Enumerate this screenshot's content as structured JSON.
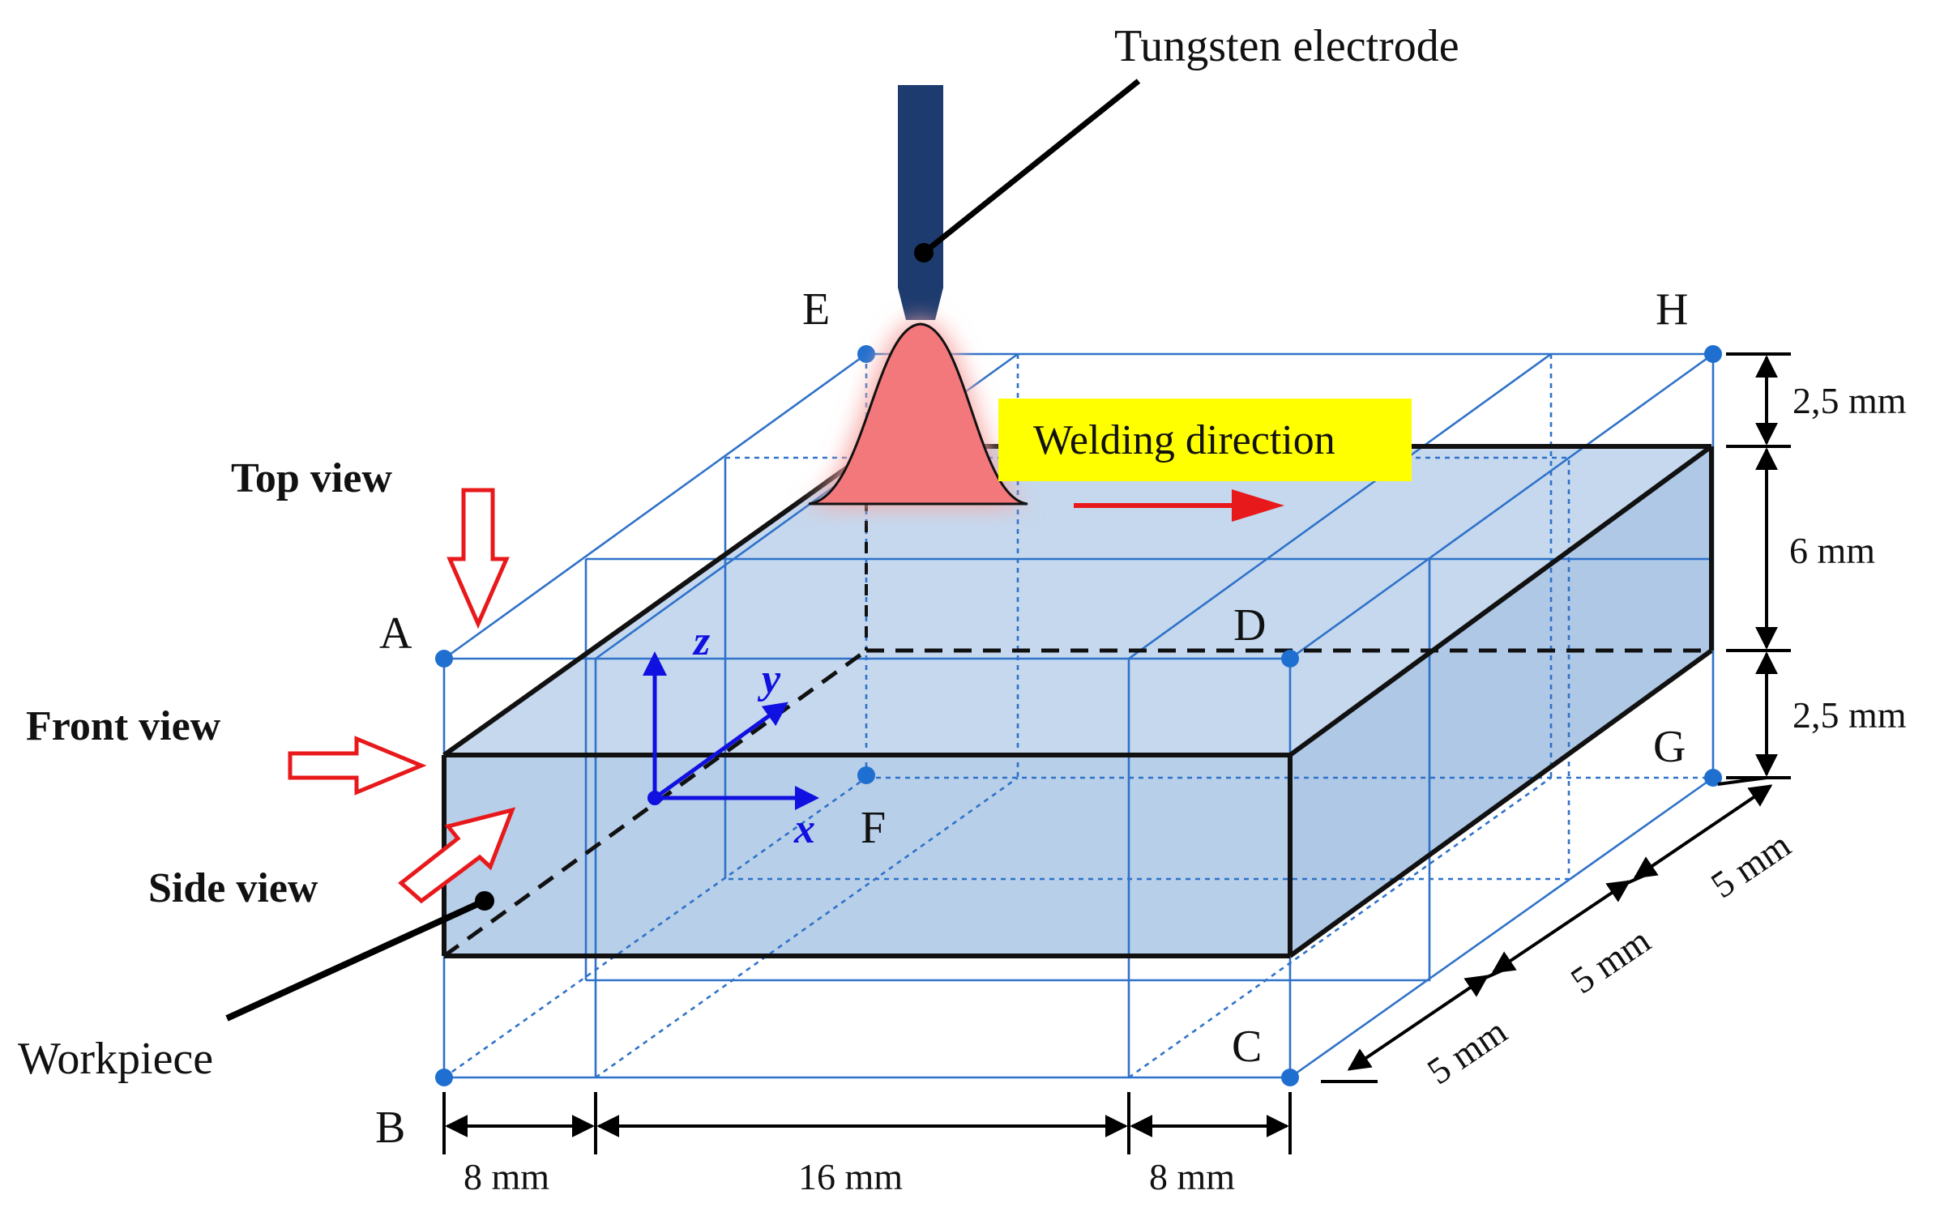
{
  "labels": {
    "electrode": "Tungsten electrode",
    "welding_direction": "Welding direction",
    "workpiece": "Workpiece",
    "top_view": "Top view",
    "front_view": "Front view",
    "side_view": "Side view"
  },
  "points": {
    "A": "A",
    "B": "B",
    "C": "C",
    "D": "D",
    "E": "E",
    "F": "F",
    "G": "G",
    "H": "H"
  },
  "axes": {
    "x": "x",
    "y": "y",
    "z": "z"
  },
  "dimensions": {
    "bottom_left": "8 mm",
    "bottom_mid": "16 mm",
    "bottom_right": "8 mm",
    "right_top": "2,5 mm",
    "right_mid": "6 mm",
    "right_bottom": "2,5 mm",
    "depth_1": "5 mm",
    "depth_2": "5 mm",
    "depth_3": "5 mm"
  },
  "colors": {
    "mesh_blue": "#2f72c9",
    "plate_fill": "#b7cfe9",
    "point_blue": "#1f6fd0",
    "axis_blue": "#1010e0",
    "arrow_red": "#e8191b",
    "arc_fill": "#f3787c",
    "arc_glow": "#f7a8a4",
    "electrode_navy": "#1d3b6e",
    "highlight_yellow": "#ffff00"
  }
}
